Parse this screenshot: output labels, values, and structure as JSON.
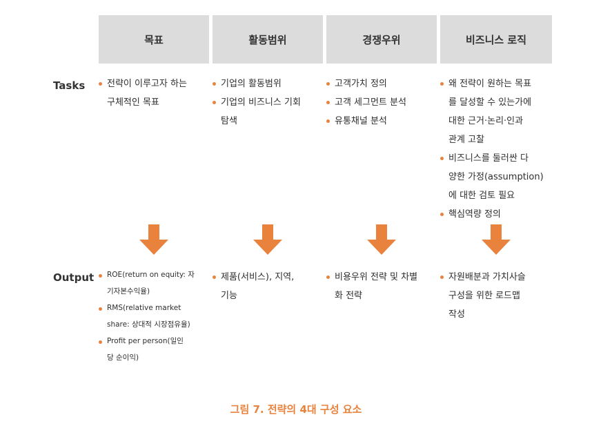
{
  "headers": [
    "목표",
    "활동범위",
    "경쟁우위",
    "비즈니스 로직"
  ],
  "row_labels": {
    "tasks": "Tasks",
    "output": "Output"
  },
  "tasks": [
    {
      "lines": [
        "전략이 이루고자 하는",
        "구체적인 목표"
      ]
    },
    {
      "lines": [
        "기업의 활동범위"
      ],
      "lines2": [
        "기업의 비즈니스 기회",
        "탐색"
      ]
    },
    {
      "items": [
        "고객가치 정의",
        "고객 세그먼트 분석",
        "유통채널 분석"
      ]
    },
    {
      "b1": [
        "왜 전략이 원하는 목표",
        "를 달성할 수 있는가에",
        "대한 근거·논리·인과",
        "관계 고찰"
      ],
      "b2": [
        "비즈니스를 둘러싼 다",
        "양한 가정(assumption)",
        "에 대한 검토 필요"
      ],
      "b3": [
        "핵심역량 정의"
      ]
    }
  ],
  "output": {
    "col1": {
      "roe": [
        "ROE(return on equity: 자",
        "기자본수익율)"
      ],
      "rms": [
        "RMS(relative market",
        "share: 상대적 시장점유율)"
      ],
      "profit": [
        "Profit per person(일인",
        "당 순이익)"
      ]
    },
    "col2": [
      "제품(서비스), 지역,",
      "기능"
    ],
    "col3": [
      "비용우위 전략 및 차별",
      "화 전략"
    ],
    "col4": [
      "자원배분과 가치사슬",
      "구성을 위한 로드맵",
      "작성"
    ]
  },
  "caption": "그림 7. 전략의 4대 구성 요소",
  "colors": {
    "accent": "#e8823d",
    "header_bg": "#dcdcdc",
    "text": "#2e2e2e"
  },
  "arrow_icon": "down-arrow-icon"
}
